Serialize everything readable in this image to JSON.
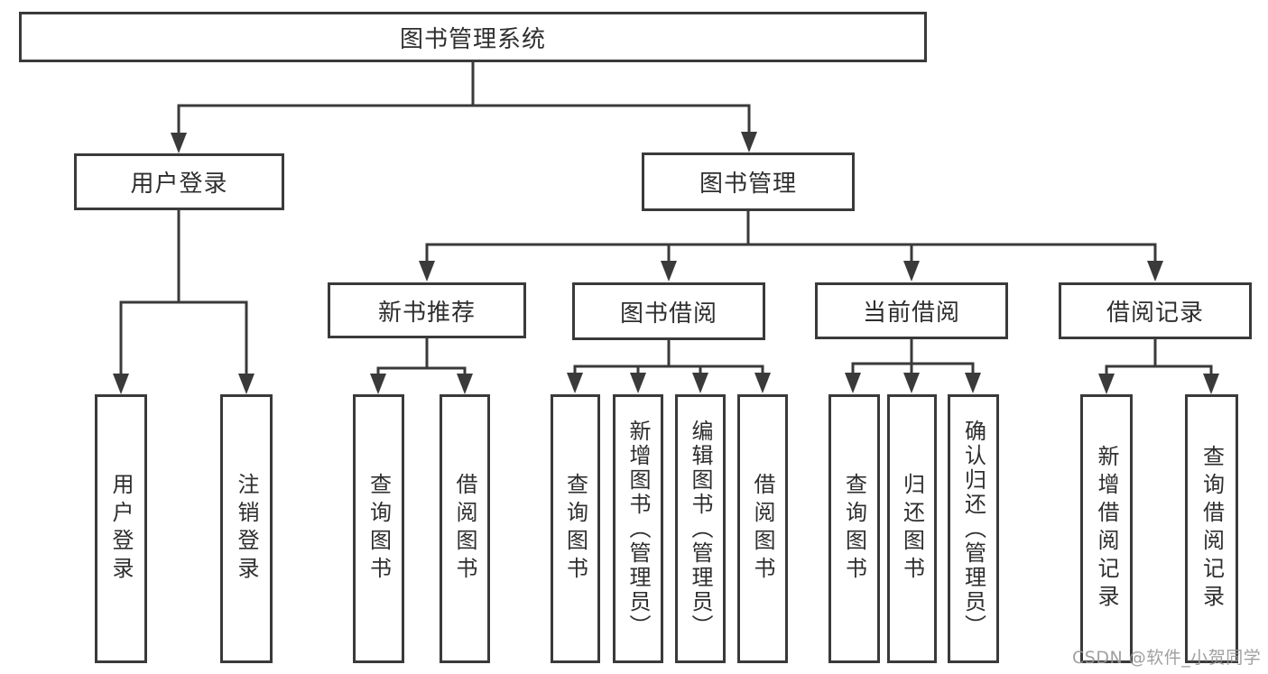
{
  "diagram": {
    "root": "图书管理系统",
    "level2": {
      "user_login": "用户登录",
      "book_mgmt": "图书管理"
    },
    "level3": {
      "new_book_rec": "新书推荐",
      "book_borrow": "图书借阅",
      "current_borrow": "当前借阅",
      "borrow_records": "借阅记录"
    },
    "leaves": {
      "user_login": "用户登录",
      "logout": "注销登录",
      "nbr_query_books": "查询图书",
      "nbr_borrow_books": "借阅图书",
      "bb_query_books": "查询图书",
      "bb_add_books_admin": "新增图书（管理员）",
      "bb_edit_books_admin": "编辑图书（管理员）",
      "bb_borrow_books": "借阅图书",
      "cb_query_books": "查询图书",
      "cb_return_books": "归还图书",
      "cb_confirm_return_admin": "确认归还（管理员）",
      "br_add_record": "新增借阅记录",
      "br_query_record": "查询借阅记录"
    }
  },
  "watermark": "CSDN @软件_小贺同学",
  "colors": {
    "line": "#3a3a3a",
    "text": "#2e2e2e",
    "watermark": "#989898",
    "background": "#ffffff"
  }
}
